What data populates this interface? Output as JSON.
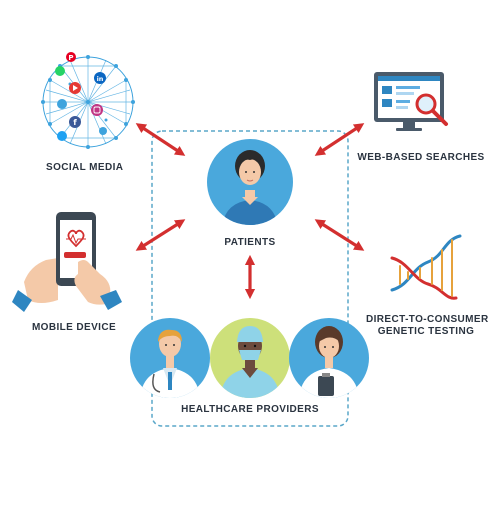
{
  "labels": {
    "social_media": "SOCIAL MEDIA",
    "web_searches": "WEB-BASED SEARCHES",
    "patients": "PATIENTS",
    "mobile_device": "MOBILE DEVICE",
    "dtc_line1": "DIRECT-TO-CONSUMER",
    "dtc_line2": "GENETIC TESTING",
    "healthcare_providers": "HEALTHCARE PROVIDERS"
  },
  "icons": {
    "social_network": "social-network-globe-icon",
    "web_search": "monitor-magnifier-icon",
    "patient": "patient-avatar-icon",
    "mobile": "hand-smartphone-heart-icon",
    "dna": "dna-helix-icon",
    "doctor": "doctor-avatar-icon",
    "surgeon": "surgeon-avatar-icon",
    "nurse": "nurse-avatar-icon"
  },
  "colors": {
    "arrow_red": "#d32f2f",
    "circle_blue": "#4aa8dc",
    "circle_green": "#cde07a",
    "dashed_border": "#5aa7c9",
    "network_blue": "#3ea3dd",
    "label_text": "#2b3440"
  }
}
